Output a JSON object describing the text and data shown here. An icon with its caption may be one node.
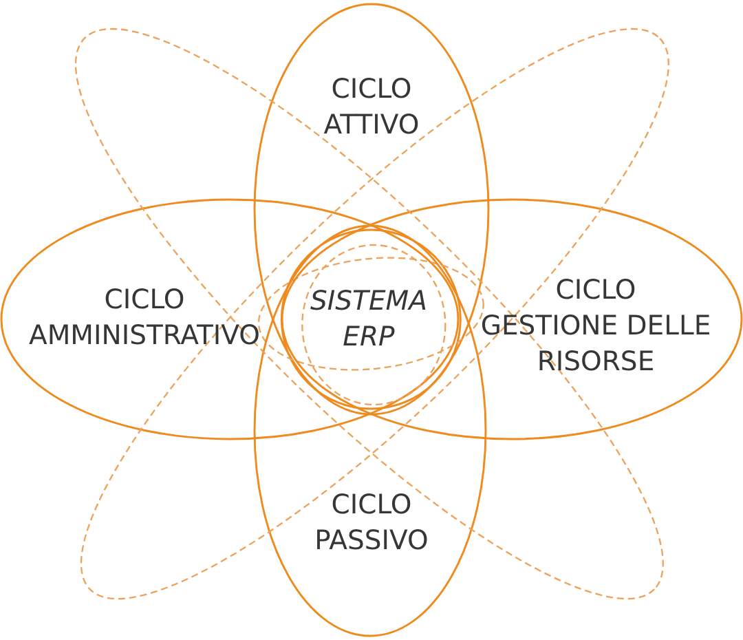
{
  "diagram": {
    "nodes": [
      {
        "text": [
          "CICLO ATTIVO"
        ]
      },
      {
        "text": [
          "CICLO AMMINISTRATIVO"
        ]
      },
      {
        "text": [
          "SISTEMA ERP"
        ]
      },
      {
        "text": [
          "CICLO GESTIONE DELLE RISORSE"
        ]
      },
      {
        "text": [
          "CICLO PASSIVO"
        ]
      },
      {
        "text": [],
        "shape": "ellipse"
      },
      {
        "text": [],
        "shape": "ellipse"
      }
    ]
  }
}
